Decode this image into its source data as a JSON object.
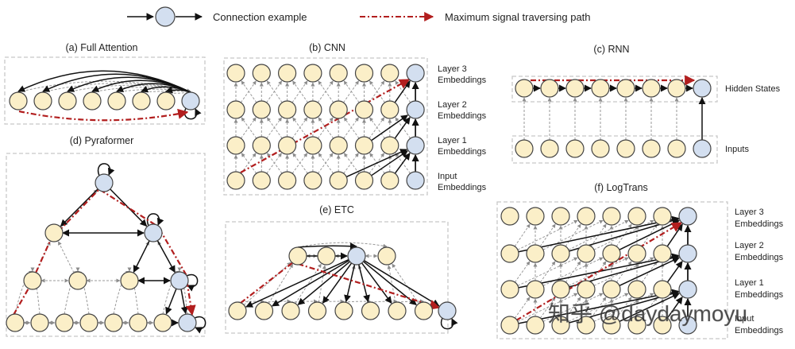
{
  "legend": {
    "connection": "Connection example",
    "max_path": "Maximum signal traversing path"
  },
  "panels": {
    "full": {
      "title": "(a) Full Attention"
    },
    "cnn": {
      "title": "(b) CNN",
      "labels": [
        [
          "Layer 3",
          "Embeddings"
        ],
        [
          "Layer 2",
          "Embeddings"
        ],
        [
          "Layer 1",
          "Embeddings"
        ],
        [
          "Input",
          "Embeddings"
        ]
      ]
    },
    "rnn": {
      "title": "(c) RNN",
      "labels": [
        "Hidden States",
        "Inputs"
      ]
    },
    "pyra": {
      "title": "(d) Pyraformer"
    },
    "etc": {
      "title": "(e) ETC"
    },
    "log": {
      "title": "(f) LogTrans",
      "labels": [
        [
          "Layer 3",
          "Embeddings"
        ],
        [
          "Layer 2",
          "Embeddings"
        ],
        [
          "Layer 1",
          "Embeddings"
        ],
        [
          "Input",
          "Embeddings"
        ]
      ]
    }
  },
  "watermark": "知乎 @daydaymoyu",
  "colors": {
    "node_fill": "#fbefc8",
    "highlight_fill": "#d3dff0",
    "node_stroke": "#444444",
    "box_stroke": "#c8c8c8",
    "path_red": "#b21e1e",
    "dashed_gray": "#9a9a9a"
  }
}
